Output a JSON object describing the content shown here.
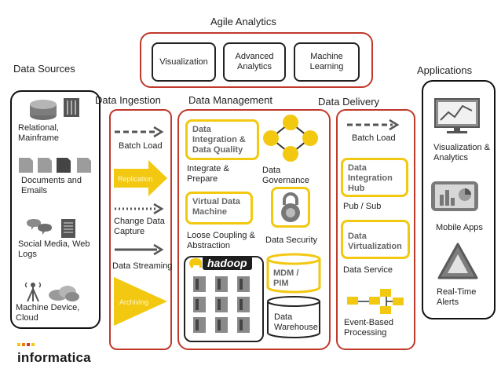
{
  "colors": {
    "red": "#c0392b",
    "yellow": "#f2c811",
    "gray": "#8a8a8a",
    "dark": "#222222"
  },
  "agile": {
    "title": "Agile Analytics",
    "items": [
      "Visualization",
      "Advanced Analytics",
      "Machine Learning"
    ]
  },
  "data_sources": {
    "title": "Data Sources",
    "items": [
      {
        "label": "Relational, Mainframe",
        "icon": "database-icon"
      },
      {
        "label": "Documents and Emails",
        "icon": "documents-icon"
      },
      {
        "label": "Social Media, Web Logs",
        "icon": "social-media-icon"
      },
      {
        "label": "Machine Device, Cloud",
        "icon": "machine-cloud-icon"
      }
    ]
  },
  "ingestion": {
    "title": "Data Ingestion",
    "items": [
      "Batch Load",
      "Replication",
      "Change Data Capture",
      "Data Streaming",
      "Archiving"
    ]
  },
  "management": {
    "title": "Data Management",
    "dq_box": "Data Integration & Data Quality",
    "integrate": "Integrate & Prepare",
    "governance": "Data Governance",
    "vdm_box": "Virtual Data Machine",
    "loose": "Loose Coupling & Abstraction",
    "security": "Data Security",
    "hadoop": "hadoop",
    "mdm": "MDM / PIM",
    "warehouse": "Data Warehouse"
  },
  "delivery": {
    "title": "Data Delivery",
    "batch": "Batch Load",
    "hub_box": "Data Integration Hub",
    "pubsub": "Pub / Sub",
    "virt_box": "Data Virtualization",
    "service": "Data Service",
    "event": "Event-Based Processing"
  },
  "applications": {
    "title": "Applications",
    "items": [
      {
        "label": "Visualization & Analytics",
        "icon": "monitor-chart-icon"
      },
      {
        "label": "Mobile Apps",
        "icon": "mobile-app-icon"
      },
      {
        "label": "Real-Time Alerts",
        "icon": "alert-triangle-icon"
      }
    ]
  },
  "brand": {
    "logo": "informatica"
  }
}
